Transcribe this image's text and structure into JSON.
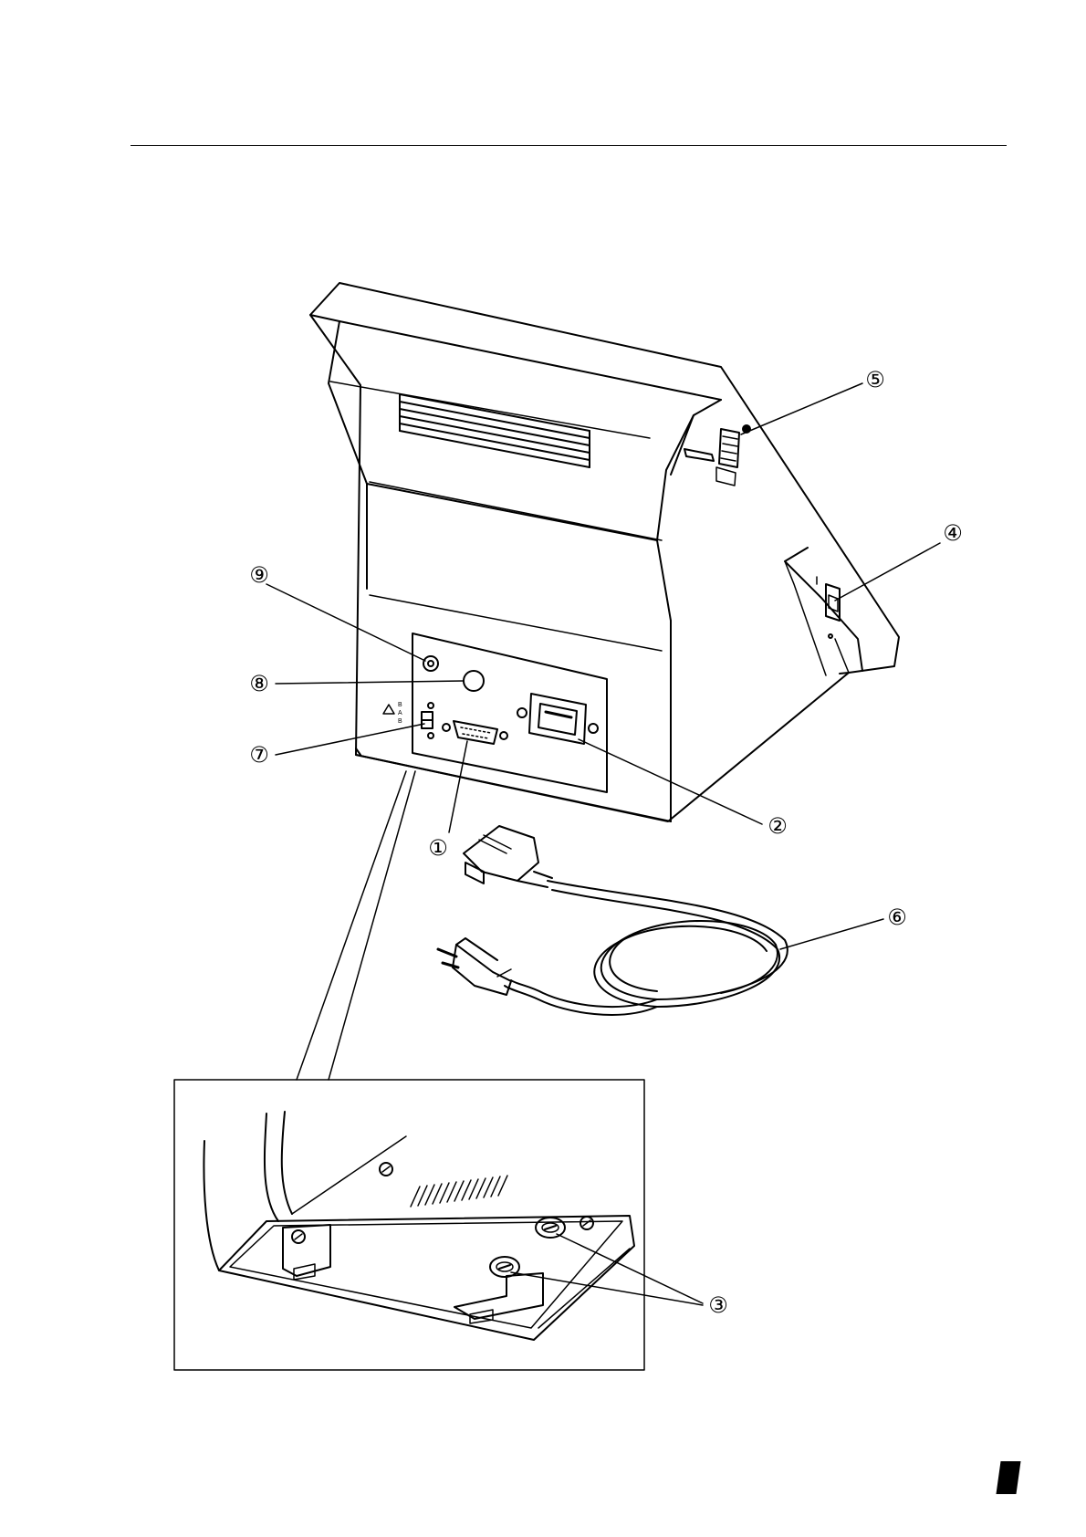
{
  "callouts": [
    {
      "id": "1",
      "label": "①"
    },
    {
      "id": "2",
      "label": "②"
    },
    {
      "id": "3",
      "label": "③"
    },
    {
      "id": "4",
      "label": "④"
    },
    {
      "id": "5",
      "label": "⑤"
    },
    {
      "id": "6",
      "label": "⑥"
    },
    {
      "id": "7",
      "label": "⑦"
    },
    {
      "id": "8",
      "label": "⑧"
    },
    {
      "id": "9",
      "label": "⑨"
    }
  ],
  "switch_marks": [
    "B",
    "A",
    "B"
  ],
  "colors": {
    "line": "#000000",
    "background": "#ffffff"
  }
}
